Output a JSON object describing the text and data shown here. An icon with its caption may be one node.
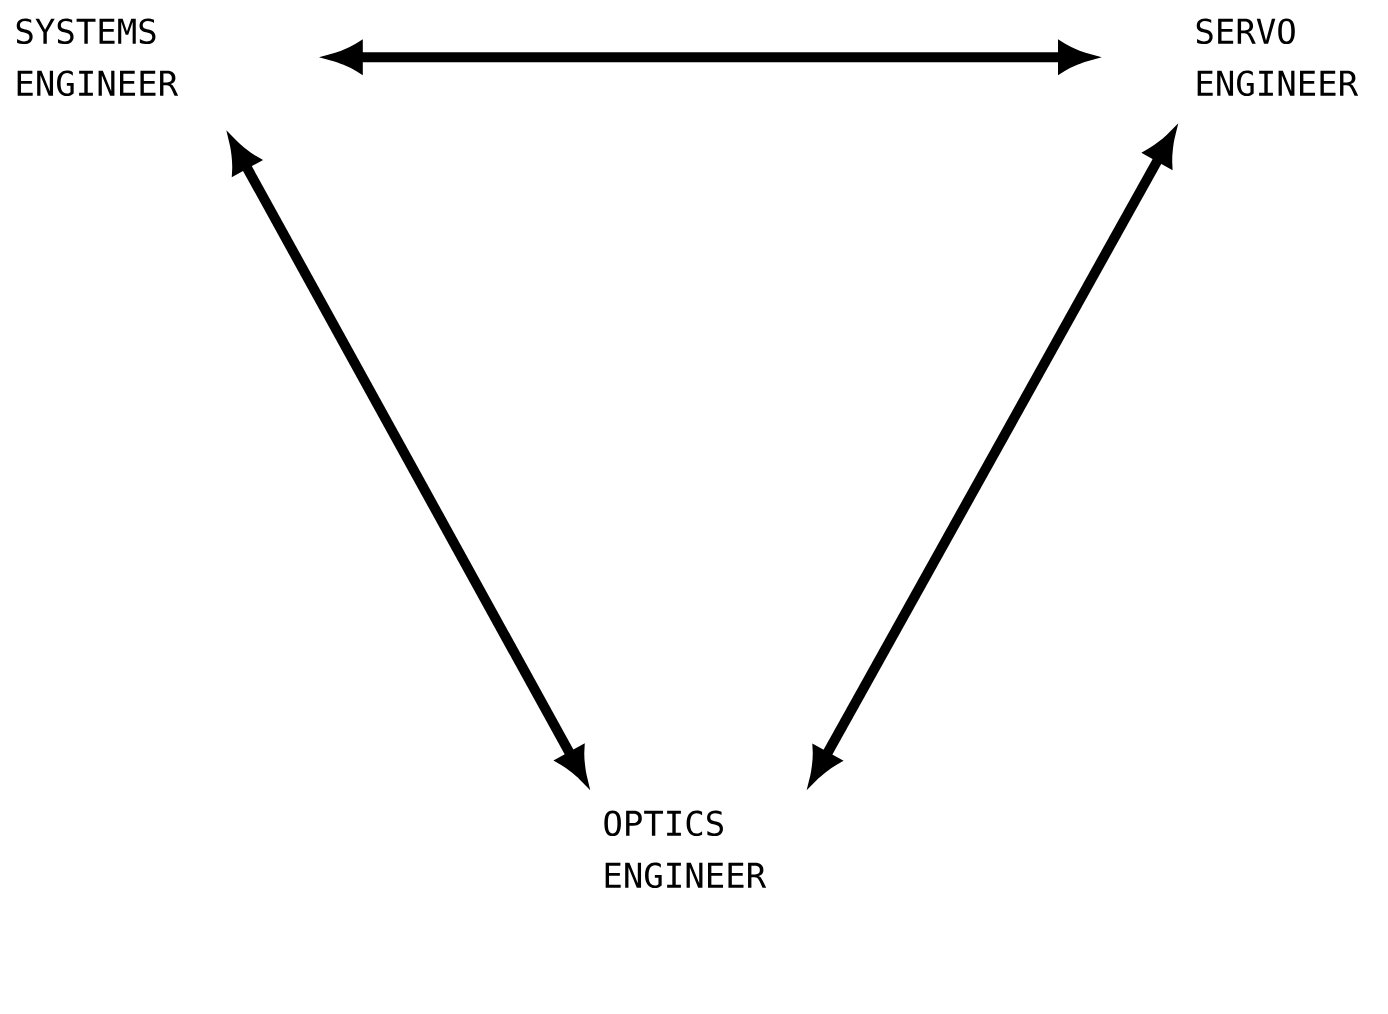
{
  "diagram": {
    "nodes": [
      {
        "text": [
          "SYSTEMS ENGINEER"
        ]
      },
      {
        "text": [
          "SERVO ENGINEER"
        ]
      },
      {
        "text": [
          "OPTICS ENGINEER"
        ]
      }
    ],
    "edges": [
      {
        "from": 0,
        "to": 1,
        "arrow": "both"
      },
      {
        "from": 0,
        "to": 2,
        "arrow": "both"
      },
      {
        "from": 1,
        "to": 2,
        "arrow": "both"
      }
    ]
  }
}
